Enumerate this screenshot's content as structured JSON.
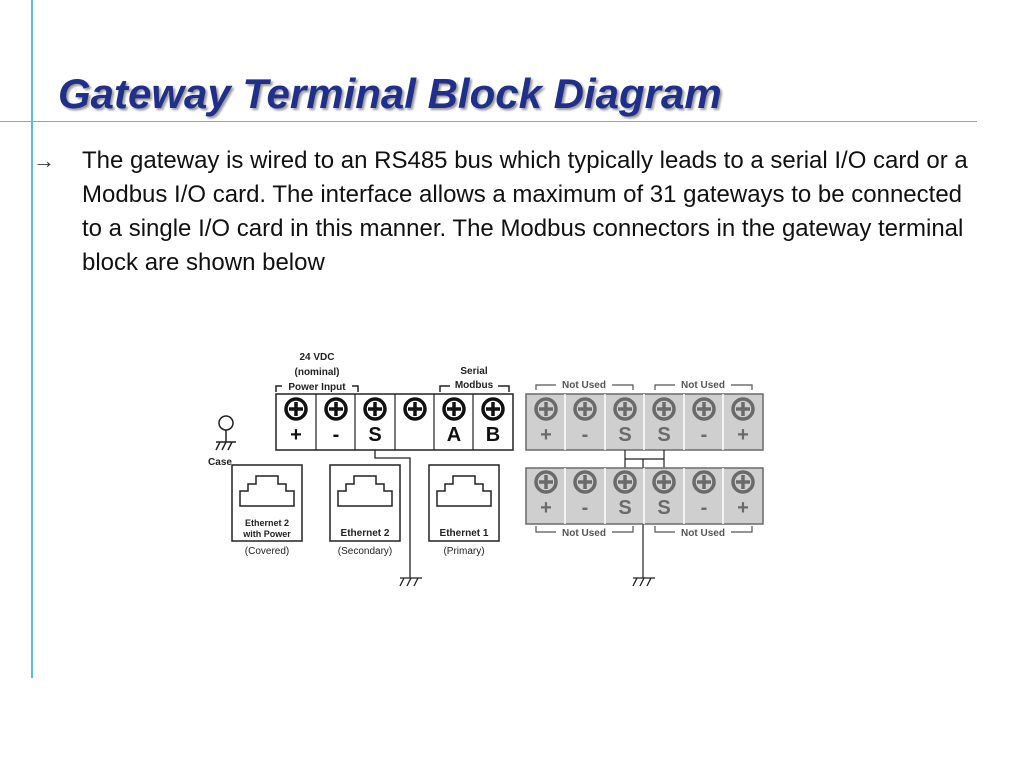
{
  "slide": {
    "title": "Gateway Terminal Block Diagram",
    "bullet": "The gateway is wired to an RS485 bus which typically leads to a serial I/O card or a Modbus I/O card. The interface allows a maximum of  31 gateways to be connected to a single I/O card in this manner. The Modbus connectors in the gateway terminal block are shown below"
  },
  "diagram": {
    "power_label_line1": "24 VDC",
    "power_label_line2": "(nominal)",
    "power_label_line3": "Power Input",
    "serial_label_line1": "Serial",
    "serial_label_line2": "Modbus",
    "main_terminals": [
      "+",
      "-",
      "S",
      "",
      "A",
      "B"
    ],
    "case_label": "Case",
    "not_used_label": "Not Used",
    "upper_right_terminals": [
      "+",
      "-",
      "S",
      "S",
      "-",
      "+"
    ],
    "lower_right_terminals": [
      "+",
      "-",
      "S",
      "S",
      "-",
      "+"
    ],
    "ethernet2_power_line1": "Ethernet 2",
    "ethernet2_power_line2": "with Power",
    "ethernet2_power_caption": "(Covered)",
    "ethernet2_label": "Ethernet 2",
    "ethernet2_caption": "(Secondary)",
    "ethernet1_label": "Ethernet 1",
    "ethernet1_caption": "(Primary)"
  }
}
